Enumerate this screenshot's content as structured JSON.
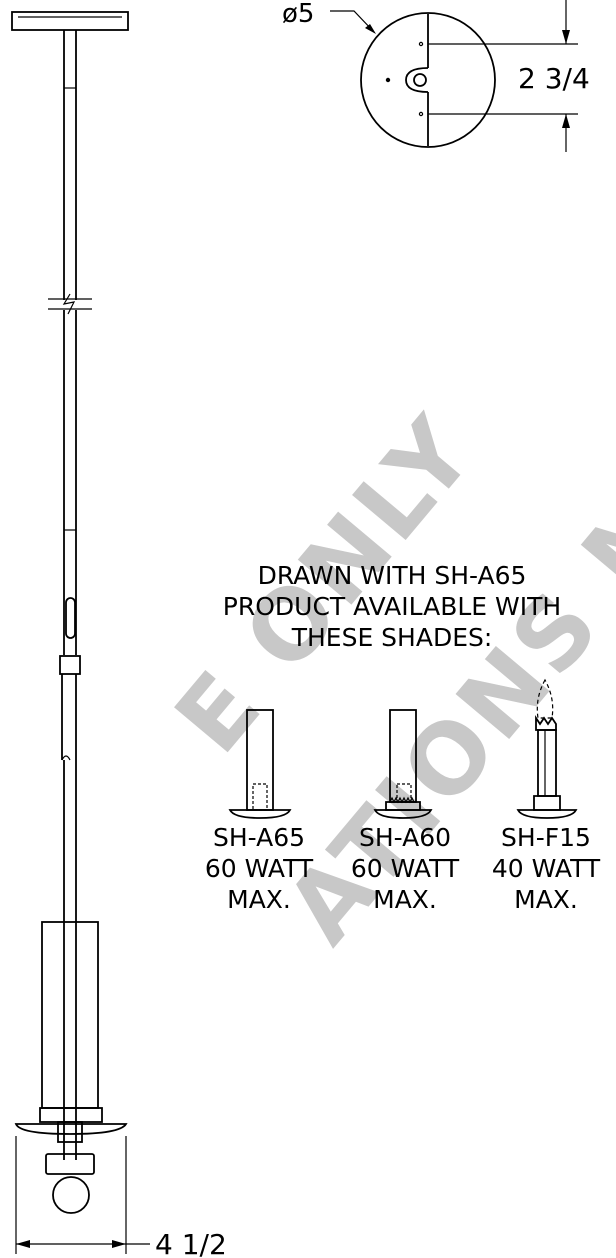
{
  "watermark": {
    "line1": "E ONLY",
    "line2": "ATIONS MAY VARY",
    "color": "#c8c8c8"
  },
  "dimensions": {
    "canopy_diameter": "ø5",
    "mount_spacing": "2 3/4",
    "shade_width": "4 1/2"
  },
  "note": {
    "line1": "DRAWN WITH SH-A65",
    "line2": "PRODUCT AVAILABLE WITH",
    "line3": "THESE SHADES:"
  },
  "shades": [
    {
      "model": "SH-A65",
      "wattage": "60 WATT",
      "max": "MAX."
    },
    {
      "model": "SH-A60",
      "wattage": "60 WATT",
      "max": "MAX."
    },
    {
      "model": "SH-F15",
      "wattage": "40 WATT",
      "max": "MAX."
    }
  ]
}
